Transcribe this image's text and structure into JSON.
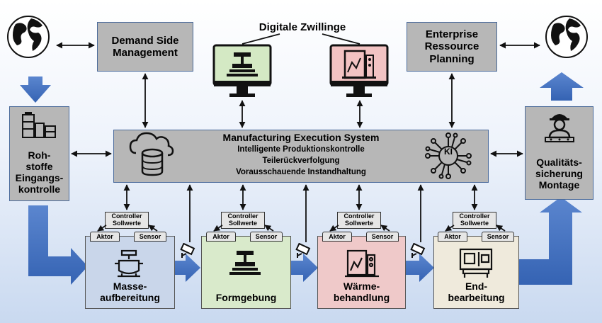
{
  "twin_title": "Digitale Zwillinge",
  "demand_side": "Demand Side\nManagement",
  "erp": "Enterprise\nRessource\nPlanning",
  "raw_check": "Roh-\nstoffe\nEingangs-\nkontrolle",
  "quality": "Qualitäts-\nsicherung\nMontage",
  "mes": {
    "title": "Manufacturing Execution System",
    "lines": [
      "Intelligente Produktionskontrolle",
      "Teilerückverfolgung",
      "Vorausschauende Instandhaltung"
    ],
    "ki_label": "KI"
  },
  "controller": "Controller\nSollwerte",
  "actuator": "Aktor",
  "sensor": "Sensor",
  "stages": [
    "Masse-\naufbereitung",
    "Formgebung",
    "Wärme-\nbehandlung",
    "End-\nbearbeitung"
  ],
  "colors": {
    "gray_box": "#b7b7b7",
    "stage_fills": [
      "#c9d6ea",
      "#d9eacb",
      "#efc9c9",
      "#efeadc"
    ],
    "arrow_blue": "#4472c4",
    "monitor_green": "#d4e9c4",
    "monitor_red": "#f2c3c3"
  }
}
